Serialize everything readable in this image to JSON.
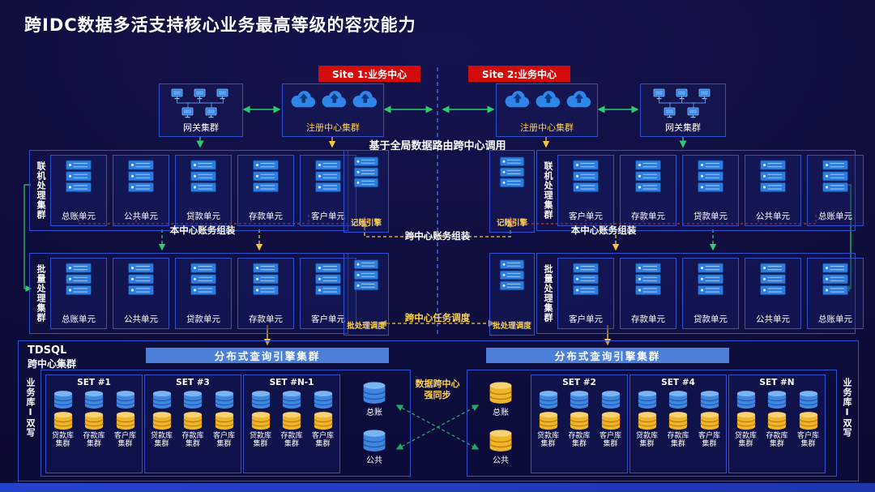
{
  "title": "跨IDC数据多活支持核心业务最高等级的容灾能力",
  "sites": [
    {
      "label": "Site 1:业务中心"
    },
    {
      "label": "Site 2:业务中心"
    }
  ],
  "top_row": {
    "gateway_left": "网关集群",
    "registry_left": "注册中心集群",
    "registry_right": "注册中心集群",
    "gateway_right": "网关集群",
    "routing_label": "基于全局数据路由跨中心调用"
  },
  "online": {
    "left_side_label": "联机处理集群",
    "right_side_label": "联机处理集群",
    "left_units": [
      "总账单元",
      "公共单元",
      "贷款单元",
      "存款单元",
      "客户单元"
    ],
    "right_units": [
      "客户单元",
      "存款单元",
      "贷款单元",
      "公共单元",
      "总账单元"
    ],
    "left_engine": "记账引擎",
    "right_engine": "记账引擎",
    "assemble_left": "本中心账务组装",
    "assemble_cross": "跨中心账务组装",
    "assemble_right": "本中心账务组装"
  },
  "batch": {
    "left_side_label": "批量处理集群",
    "right_side_label": "批量处理集群",
    "left_units": [
      "总账单元",
      "公共单元",
      "贷款单元",
      "存款单元",
      "客户单元"
    ],
    "right_units": [
      "客户单元",
      "存款单元",
      "贷款单元",
      "公共单元",
      "总账单元"
    ],
    "left_scheduler": "批处理调度",
    "right_scheduler": "批处理调度",
    "task_label": "跨中心任务调度"
  },
  "tdsql": {
    "title_line1": "TDSQL",
    "title_line2": "跨中心集群",
    "query_engine_left": "分布式查询引擎集群",
    "query_engine_right": "分布式查询引擎集群",
    "dual_write_left": "业务库I双写",
    "dual_write_right": "业务库I双写",
    "sync_label": "数据跨中心强同步",
    "left_sets": [
      {
        "name": "SET #1",
        "clusters": [
          "贷款库集群",
          "存款库集群",
          "客户库集群"
        ]
      },
      {
        "name": "SET #3",
        "clusters": [
          "贷款库集群",
          "存款库集群",
          "客户库集群"
        ]
      },
      {
        "name": "SET #N-1",
        "clusters": [
          "贷款库集群",
          "存款库集群",
          "客户库集群"
        ]
      }
    ],
    "right_sets": [
      {
        "name": "SET #2",
        "clusters": [
          "贷款库集群",
          "存款库集群",
          "客户库集群"
        ]
      },
      {
        "name": "SET #4",
        "clusters": [
          "贷款库集群",
          "存款库集群",
          "客户库集群"
        ]
      },
      {
        "name": "SET #N",
        "clusters": [
          "贷款库集群",
          "存款库集群",
          "客户库集群"
        ]
      }
    ],
    "left_shared": [
      "总账",
      "公共"
    ],
    "right_shared": [
      "总账",
      "公共"
    ]
  },
  "colors": {
    "background": "#0e0d3a",
    "box_border": "#3350cf",
    "accent_yellow": "#ffd34d",
    "badge_red": "#d40b0b",
    "bar_blue": "#4d7fd9",
    "server_blue": "#2e7ce0",
    "cloud_blue": "#2f86e8",
    "db_blue": "#3f86e0",
    "db_yellow": "#f0b429",
    "arrow_green": "#2ecc71",
    "arrow_yellow": "#f5c542",
    "arrow_red": "#e84545",
    "center_line_blue": "#3f63e8"
  }
}
